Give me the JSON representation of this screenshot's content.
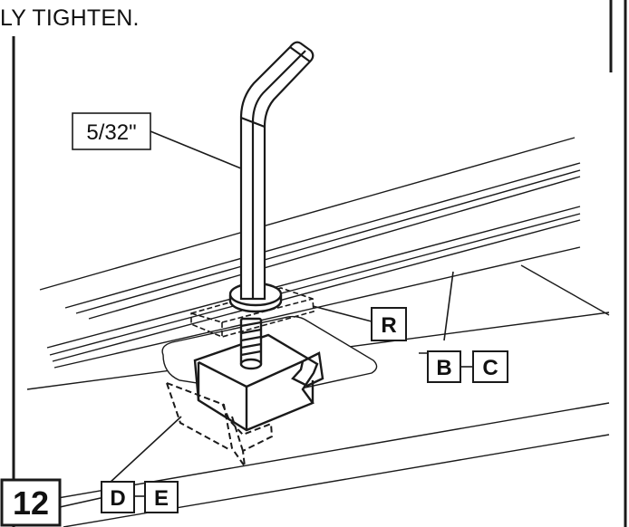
{
  "instruction_text": "LY TIGHTEN.",
  "callouts": {
    "wrench_size": "5/32\"",
    "part_r": "R",
    "part_b": "B",
    "part_c": "C",
    "part_d": "D",
    "part_e": "E"
  },
  "step_number": "12",
  "colors": {
    "line": "#1a1a1a",
    "background": "#ffffff"
  },
  "icons": {
    "wrench": "hex-key-icon"
  }
}
